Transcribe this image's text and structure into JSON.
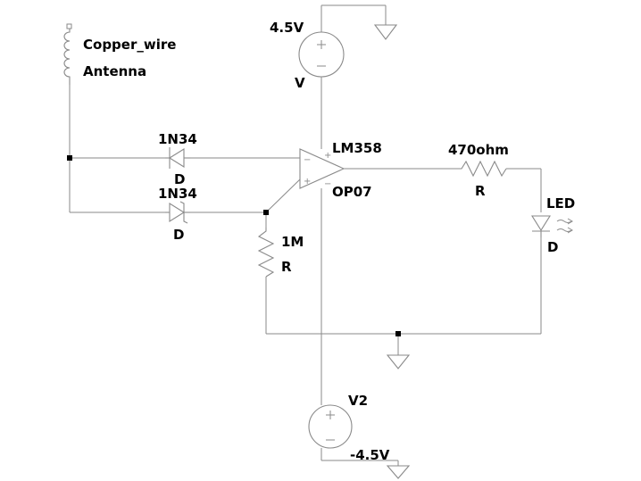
{
  "antenna": {
    "value": "Copper_wire",
    "name": "Antenna"
  },
  "diode1": {
    "model": "1N34",
    "type": "D"
  },
  "diode2": {
    "model": "1N34",
    "type": "D"
  },
  "opamp": {
    "model": "LM358",
    "name": "OP07"
  },
  "resistor_led": {
    "value": "470ohm",
    "type": "R"
  },
  "resistor_bias": {
    "value": "1M",
    "type": "R"
  },
  "led": {
    "name": "LED",
    "type": "D"
  },
  "source_pos": {
    "value": "4.5V",
    "name": "V"
  },
  "source_neg": {
    "value": "-4.5V",
    "name": "V2"
  },
  "symbols": {
    "plus": "+",
    "minus": "−"
  }
}
